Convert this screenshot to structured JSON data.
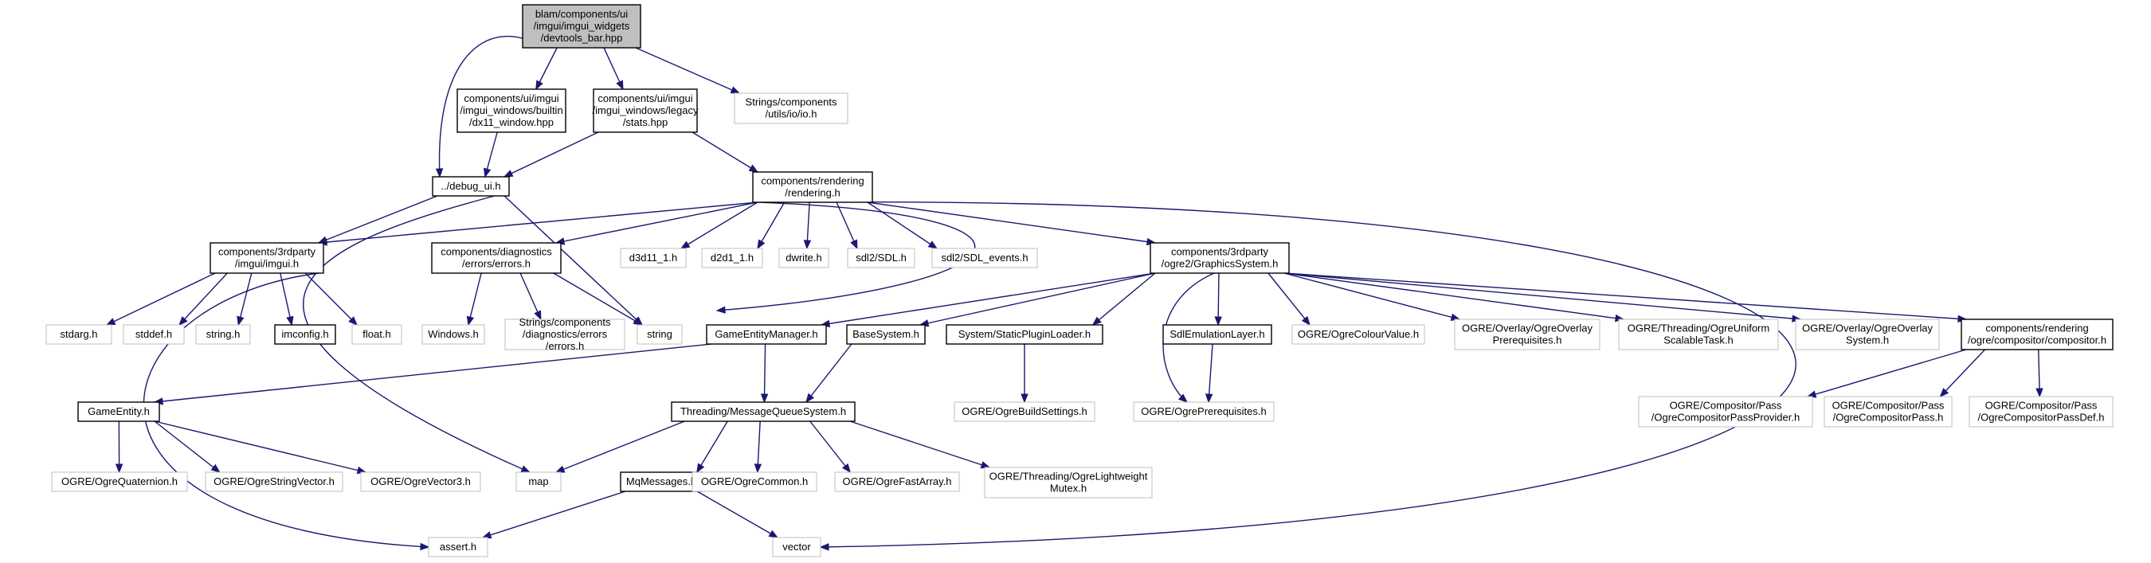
{
  "diagram": {
    "kind": "include-dependency-graph",
    "colors": {
      "edge": "#191970",
      "root_fill": "#bfbfbf",
      "internal_border": "#000000",
      "external_border": "#bfbfbf"
    },
    "nodes": [
      {
        "id": "root",
        "lines": [
          "blam/components/ui",
          "/imgui/imgui_widgets",
          "/devtools_bar.hpp"
        ],
        "kind": "root"
      },
      {
        "id": "dx11win",
        "lines": [
          "components/ui/imgui",
          "/imgui_windows/builtin",
          "/dx11_window.hpp"
        ],
        "kind": "internal"
      },
      {
        "id": "stats",
        "lines": [
          "components/ui/imgui",
          "/imgui_windows/legacy",
          "/stats.hpp"
        ],
        "kind": "internal"
      },
      {
        "id": "strio",
        "lines": [
          "Strings/components",
          "/utils/io/io.h"
        ],
        "kind": "external"
      },
      {
        "id": "debugui",
        "lines": [
          "../debug_ui.h"
        ],
        "kind": "internal"
      },
      {
        "id": "rendering",
        "lines": [
          "components/rendering",
          "/rendering.h"
        ],
        "kind": "internal"
      },
      {
        "id": "imguih",
        "lines": [
          "components/3rdparty",
          "/imgui/imgui.h"
        ],
        "kind": "internal"
      },
      {
        "id": "errors",
        "lines": [
          "components/diagnostics",
          "/errors/errors.h"
        ],
        "kind": "internal"
      },
      {
        "id": "d3d11",
        "lines": [
          "d3d11_1.h"
        ],
        "kind": "external"
      },
      {
        "id": "d2d1",
        "lines": [
          "d2d1_1.h"
        ],
        "kind": "external"
      },
      {
        "id": "dwrite",
        "lines": [
          "dwrite.h"
        ],
        "kind": "external"
      },
      {
        "id": "sdl",
        "lines": [
          "sdl2/SDL.h"
        ],
        "kind": "external"
      },
      {
        "id": "sdlev",
        "lines": [
          "sdl2/SDL_events.h"
        ],
        "kind": "external"
      },
      {
        "id": "gfxsys",
        "lines": [
          "components/3rdparty",
          "/ogre2/GraphicsSystem.h"
        ],
        "kind": "internal"
      },
      {
        "id": "stdarg",
        "lines": [
          "stdarg.h"
        ],
        "kind": "external"
      },
      {
        "id": "stddef",
        "lines": [
          "stddef.h"
        ],
        "kind": "external"
      },
      {
        "id": "stringh",
        "lines": [
          "string.h"
        ],
        "kind": "external"
      },
      {
        "id": "imconfig",
        "lines": [
          "imconfig.h"
        ],
        "kind": "internal"
      },
      {
        "id": "float",
        "lines": [
          "float.h"
        ],
        "kind": "external"
      },
      {
        "id": "windows",
        "lines": [
          "Windows.h"
        ],
        "kind": "external"
      },
      {
        "id": "strerr",
        "lines": [
          "Strings/components",
          "/diagnostics/errors",
          "/errors.h"
        ],
        "kind": "external"
      },
      {
        "id": "string",
        "lines": [
          "string"
        ],
        "kind": "external"
      },
      {
        "id": "gem",
        "lines": [
          "GameEntityManager.h"
        ],
        "kind": "internal"
      },
      {
        "id": "basesys",
        "lines": [
          "BaseSystem.h"
        ],
        "kind": "internal"
      },
      {
        "id": "spl",
        "lines": [
          "System/StaticPluginLoader.h"
        ],
        "kind": "internal"
      },
      {
        "id": "sdlemu",
        "lines": [
          "SdlEmulationLayer.h"
        ],
        "kind": "internal"
      },
      {
        "id": "colval",
        "lines": [
          "OGRE/OgreColourValue.h"
        ],
        "kind": "external"
      },
      {
        "id": "ovprereq",
        "lines": [
          "OGRE/Overlay/OgreOverlay",
          "Prerequisites.h"
        ],
        "kind": "external"
      },
      {
        "id": "uniform",
        "lines": [
          "OGRE/Threading/OgreUniform",
          "ScalableTask.h"
        ],
        "kind": "external"
      },
      {
        "id": "ovsys",
        "lines": [
          "OGRE/Overlay/OgreOverlay",
          "System.h"
        ],
        "kind": "external"
      },
      {
        "id": "compositor",
        "lines": [
          "components/rendering",
          "/ogre/compositor/compositor.h"
        ],
        "kind": "internal"
      },
      {
        "id": "gameentity",
        "lines": [
          "GameEntity.h"
        ],
        "kind": "internal"
      },
      {
        "id": "mqs",
        "lines": [
          "Threading/MessageQueueSystem.h"
        ],
        "kind": "internal"
      },
      {
        "id": "buildset",
        "lines": [
          "OGRE/OgreBuildSettings.h"
        ],
        "kind": "external"
      },
      {
        "id": "prereq",
        "lines": [
          "OGRE/OgrePrerequisites.h"
        ],
        "kind": "external"
      },
      {
        "id": "cpprov",
        "lines": [
          "OGRE/Compositor/Pass",
          "/OgreCompositorPassProvider.h"
        ],
        "kind": "external"
      },
      {
        "id": "cpass",
        "lines": [
          "OGRE/Compositor/Pass",
          "/OgreCompositorPass.h"
        ],
        "kind": "external"
      },
      {
        "id": "cpassdef",
        "lines": [
          "OGRE/Compositor/Pass",
          "/OgreCompositorPassDef.h"
        ],
        "kind": "external"
      },
      {
        "id": "quat",
        "lines": [
          "OGRE/OgreQuaternion.h"
        ],
        "kind": "external"
      },
      {
        "id": "strvec",
        "lines": [
          "OGRE/OgreStringVector.h"
        ],
        "kind": "external"
      },
      {
        "id": "vec3",
        "lines": [
          "OGRE/OgreVector3.h"
        ],
        "kind": "external"
      },
      {
        "id": "map",
        "lines": [
          "map"
        ],
        "kind": "external"
      },
      {
        "id": "mqmsg",
        "lines": [
          "MqMessages.h"
        ],
        "kind": "internal"
      },
      {
        "id": "common",
        "lines": [
          "OGRE/OgreCommon.h"
        ],
        "kind": "external"
      },
      {
        "id": "fastarr",
        "lines": [
          "OGRE/OgreFastArray.h"
        ],
        "kind": "external"
      },
      {
        "id": "lwmutex",
        "lines": [
          "OGRE/Threading/OgreLightweight",
          "Mutex.h"
        ],
        "kind": "external"
      },
      {
        "id": "assert",
        "lines": [
          "assert.h"
        ],
        "kind": "external"
      },
      {
        "id": "vector",
        "lines": [
          "vector"
        ],
        "kind": "external"
      }
    ]
  }
}
